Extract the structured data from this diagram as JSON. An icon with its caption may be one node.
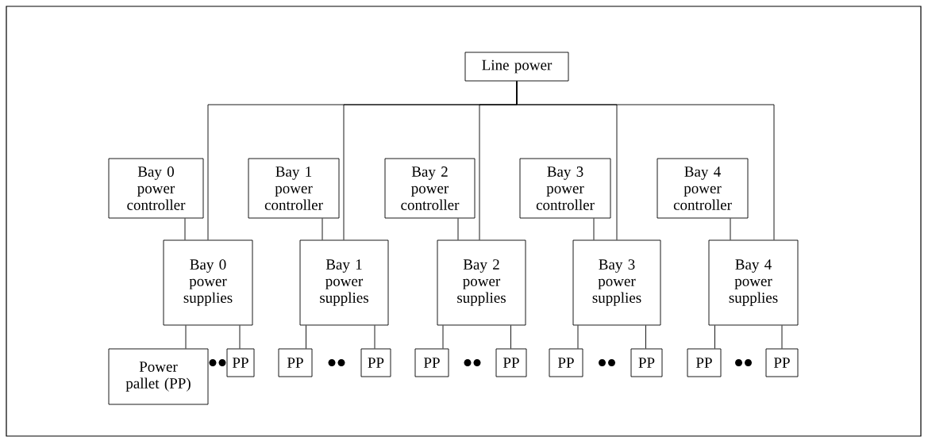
{
  "diagram": {
    "nodes": [
      {
        "text": [
          "Line power"
        ]
      },
      {
        "text": [
          "Bay 0 power controller"
        ]
      },
      {
        "text": [
          "Bay 1 power controller"
        ]
      },
      {
        "text": [
          "Bay 2 power controller"
        ]
      },
      {
        "text": [
          "Bay 3 power controller"
        ]
      },
      {
        "text": [
          "Bay 4 power controller"
        ]
      },
      {
        "text": [
          "Bay 0 power supplies"
        ]
      },
      {
        "text": [
          "Bay 1 power supplies"
        ]
      },
      {
        "text": [
          "Bay 2 power supplies"
        ]
      },
      {
        "text": [
          "Bay 3 power supplies"
        ]
      },
      {
        "text": [
          "Bay 4 power supplies"
        ]
      },
      {
        "text": [
          "Power pallet (PP)"
        ]
      },
      {
        "text": [
          "PP"
        ]
      },
      {
        "text": [
          "PP"
        ]
      },
      {
        "text": [
          "PP"
        ]
      },
      {
        "text": [
          "PP"
        ]
      },
      {
        "text": [
          "PP"
        ]
      },
      {
        "text": [
          "PP"
        ]
      },
      {
        "text": [
          "PP"
        ]
      },
      {
        "text": [
          "PP"
        ]
      },
      {
        "text": [
          "PP"
        ]
      }
    ],
    "edges": [
      {
        "from": 0,
        "to": 6,
        "arrow": "none"
      },
      {
        "from": 0,
        "to": 7,
        "arrow": "none"
      },
      {
        "from": 0,
        "to": 8,
        "arrow": "none"
      },
      {
        "from": 0,
        "to": 9,
        "arrow": "none"
      },
      {
        "from": 0,
        "to": 10,
        "arrow": "none"
      },
      {
        "from": 1,
        "to": 6,
        "arrow": "none"
      },
      {
        "from": 2,
        "to": 7,
        "arrow": "none"
      },
      {
        "from": 3,
        "to": 8,
        "arrow": "none"
      },
      {
        "from": 4,
        "to": 9,
        "arrow": "none"
      },
      {
        "from": 5,
        "to": 10,
        "arrow": "none"
      },
      {
        "from": 6,
        "to": 11,
        "arrow": "none"
      },
      {
        "from": 6,
        "to": 12,
        "arrow": "none"
      },
      {
        "from": 7,
        "to": 13,
        "arrow": "none"
      },
      {
        "from": 7,
        "to": 14,
        "arrow": "none"
      },
      {
        "from": 8,
        "to": 15,
        "arrow": "none"
      },
      {
        "from": 8,
        "to": 16,
        "arrow": "none"
      },
      {
        "from": 9,
        "to": 17,
        "arrow": "none"
      },
      {
        "from": 9,
        "to": 18,
        "arrow": "none"
      },
      {
        "from": 10,
        "to": 19,
        "arrow": "none"
      },
      {
        "from": 10,
        "to": 20,
        "arrow": "none"
      }
    ]
  }
}
